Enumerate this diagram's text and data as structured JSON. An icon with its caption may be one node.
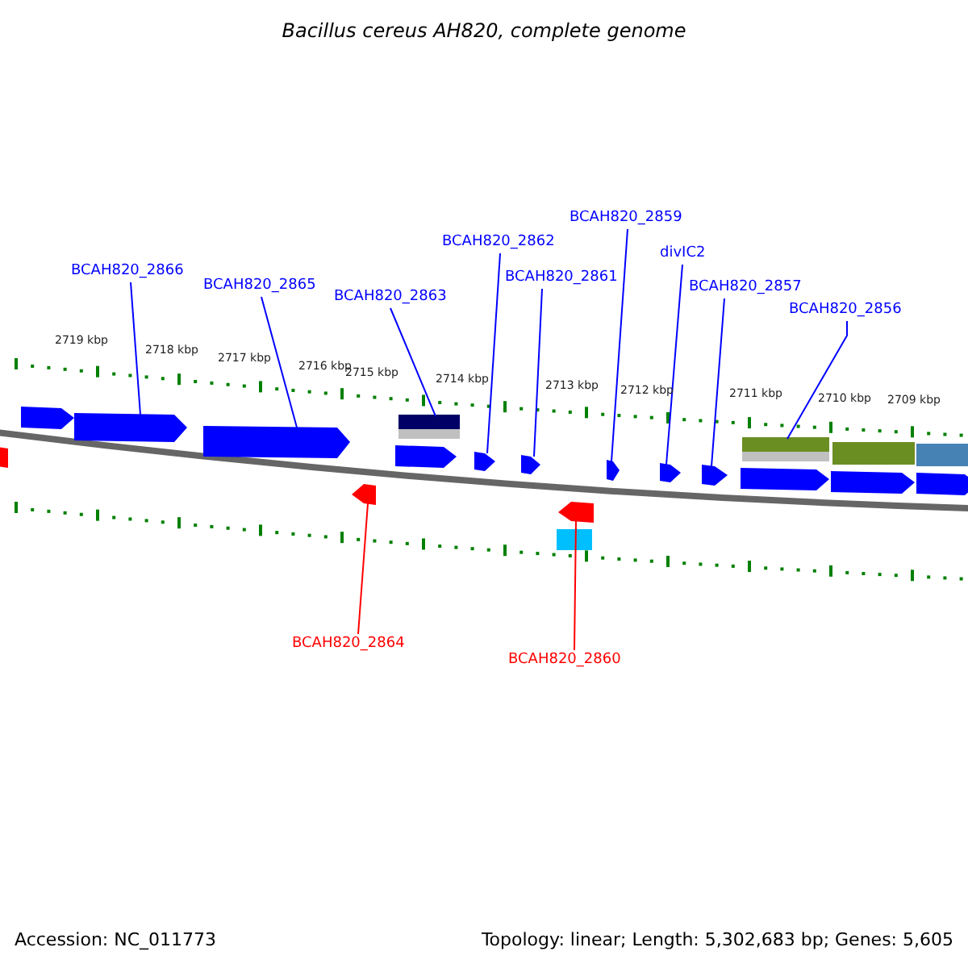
{
  "diagram": {
    "title": "Bacillus cereus AH820, complete genome",
    "nodes": [
      {
        "text": [
          "BCAH820_2866"
        ]
      },
      {
        "text": [
          "BCAH820_2865"
        ]
      },
      {
        "text": [
          "BCAH820_2863"
        ]
      },
      {
        "text": [
          "BCAH820_2862"
        ]
      },
      {
        "text": [
          "BCAH820_2861"
        ]
      },
      {
        "text": [
          "BCAH820_2859"
        ]
      },
      {
        "text": [
          "divIC2"
        ]
      },
      {
        "text": [
          "BCAH820_2857"
        ]
      },
      {
        "text": [
          "BCAH820_2856"
        ]
      },
      {
        "text": [
          "BCAH820_2864"
        ]
      },
      {
        "text": [
          "BCAH820_2860"
        ]
      },
      {
        "text": [],
        "shape": "arrow"
      },
      {
        "text": [],
        "shape": "arrow"
      },
      {
        "text": [],
        "shape": "arrow"
      },
      {
        "text": [],
        "shape": "bar"
      },
      {
        "text": [],
        "shape": "arrow"
      },
      {
        "text": [],
        "shape": "arrow"
      },
      {
        "text": [],
        "shape": "arrow"
      },
      {
        "text": [],
        "shape": "arrow"
      },
      {
        "text": [],
        "shape": "arrow"
      },
      {
        "text": [],
        "shape": "arrow"
      },
      {
        "text": [],
        "shape": "bar"
      }
    ],
    "edges": [
      {
        "from": 0,
        "to": 11,
        "arrow": "none"
      },
      {
        "from": 1,
        "to": 12,
        "arrow": "none"
      },
      {
        "from": 2,
        "to": 14,
        "arrow": "none"
      },
      {
        "from": 3,
        "to": 15,
        "arrow": "none"
      },
      {
        "from": 4,
        "to": 16,
        "arrow": "none"
      },
      {
        "from": 5,
        "to": 18,
        "arrow": "none"
      },
      {
        "from": 6,
        "to": 19,
        "arrow": "none"
      },
      {
        "from": 7,
        "to": 20,
        "arrow": "none"
      },
      {
        "from": 8,
        "to": 21,
        "arrow": "none"
      },
      {
        "from": 9,
        "to": 13,
        "arrow": "none",
        "color": "#ff0000"
      },
      {
        "from": 10,
        "to": 17,
        "arrow": "none",
        "color": "#ff0000"
      }
    ],
    "labels": [
      "2719 kbp",
      "2718 kbp",
      "2717 kbp",
      "2716 kbp",
      "2715 kbp",
      "2714 kbp",
      "2713 kbp",
      "2712 kbp",
      "2711 kbp",
      "2710 kbp",
      "2709 kbp",
      "Accession: NC_011773",
      "Topology: linear; Length: 5,302,683 bp; Genes: 5,605"
    ]
  }
}
